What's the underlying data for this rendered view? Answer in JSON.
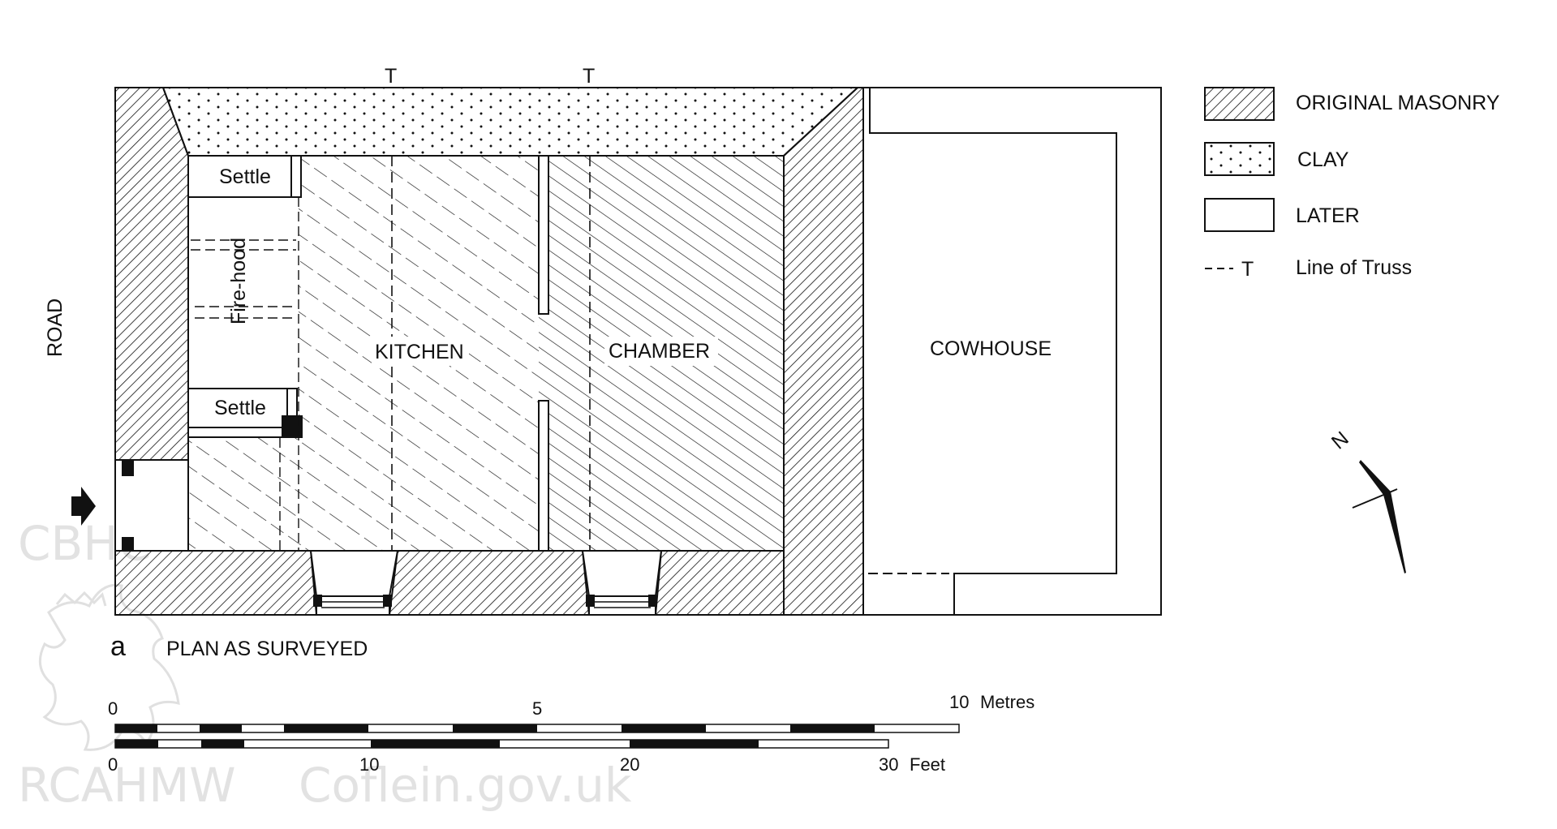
{
  "labels": {
    "road": "ROAD",
    "kitchen": "KITCHEN",
    "chamber": "CHAMBER",
    "cowhouse": "COWHOUSE",
    "settle": "Settle",
    "fire_hood": "Fire-hood",
    "truss_marker": "T",
    "plan_letter": "a",
    "plan_title": "PLAN AS SURVEYED",
    "north": "N"
  },
  "legend": {
    "items": [
      {
        "key": "original_masonry",
        "label": "ORIGINAL MASONRY"
      },
      {
        "key": "clay",
        "label": "CLAY"
      },
      {
        "key": "later",
        "label": "LATER"
      },
      {
        "key": "truss",
        "label": "Line of Truss",
        "symbol": "T"
      }
    ]
  },
  "scale_bars": {
    "metres": {
      "ticks": [
        "0",
        "5",
        "10"
      ],
      "unit": "Metres"
    },
    "feet": {
      "ticks": [
        "0",
        "10",
        "20",
        "30"
      ],
      "unit": "Feet"
    }
  },
  "watermark": {
    "top": "CBHC",
    "bottom": "RCAHMW",
    "site": "Coflein.gov.uk"
  },
  "colors": {
    "ink": "#111111",
    "watermark": "#e2e2e2",
    "background": "#ffffff"
  }
}
